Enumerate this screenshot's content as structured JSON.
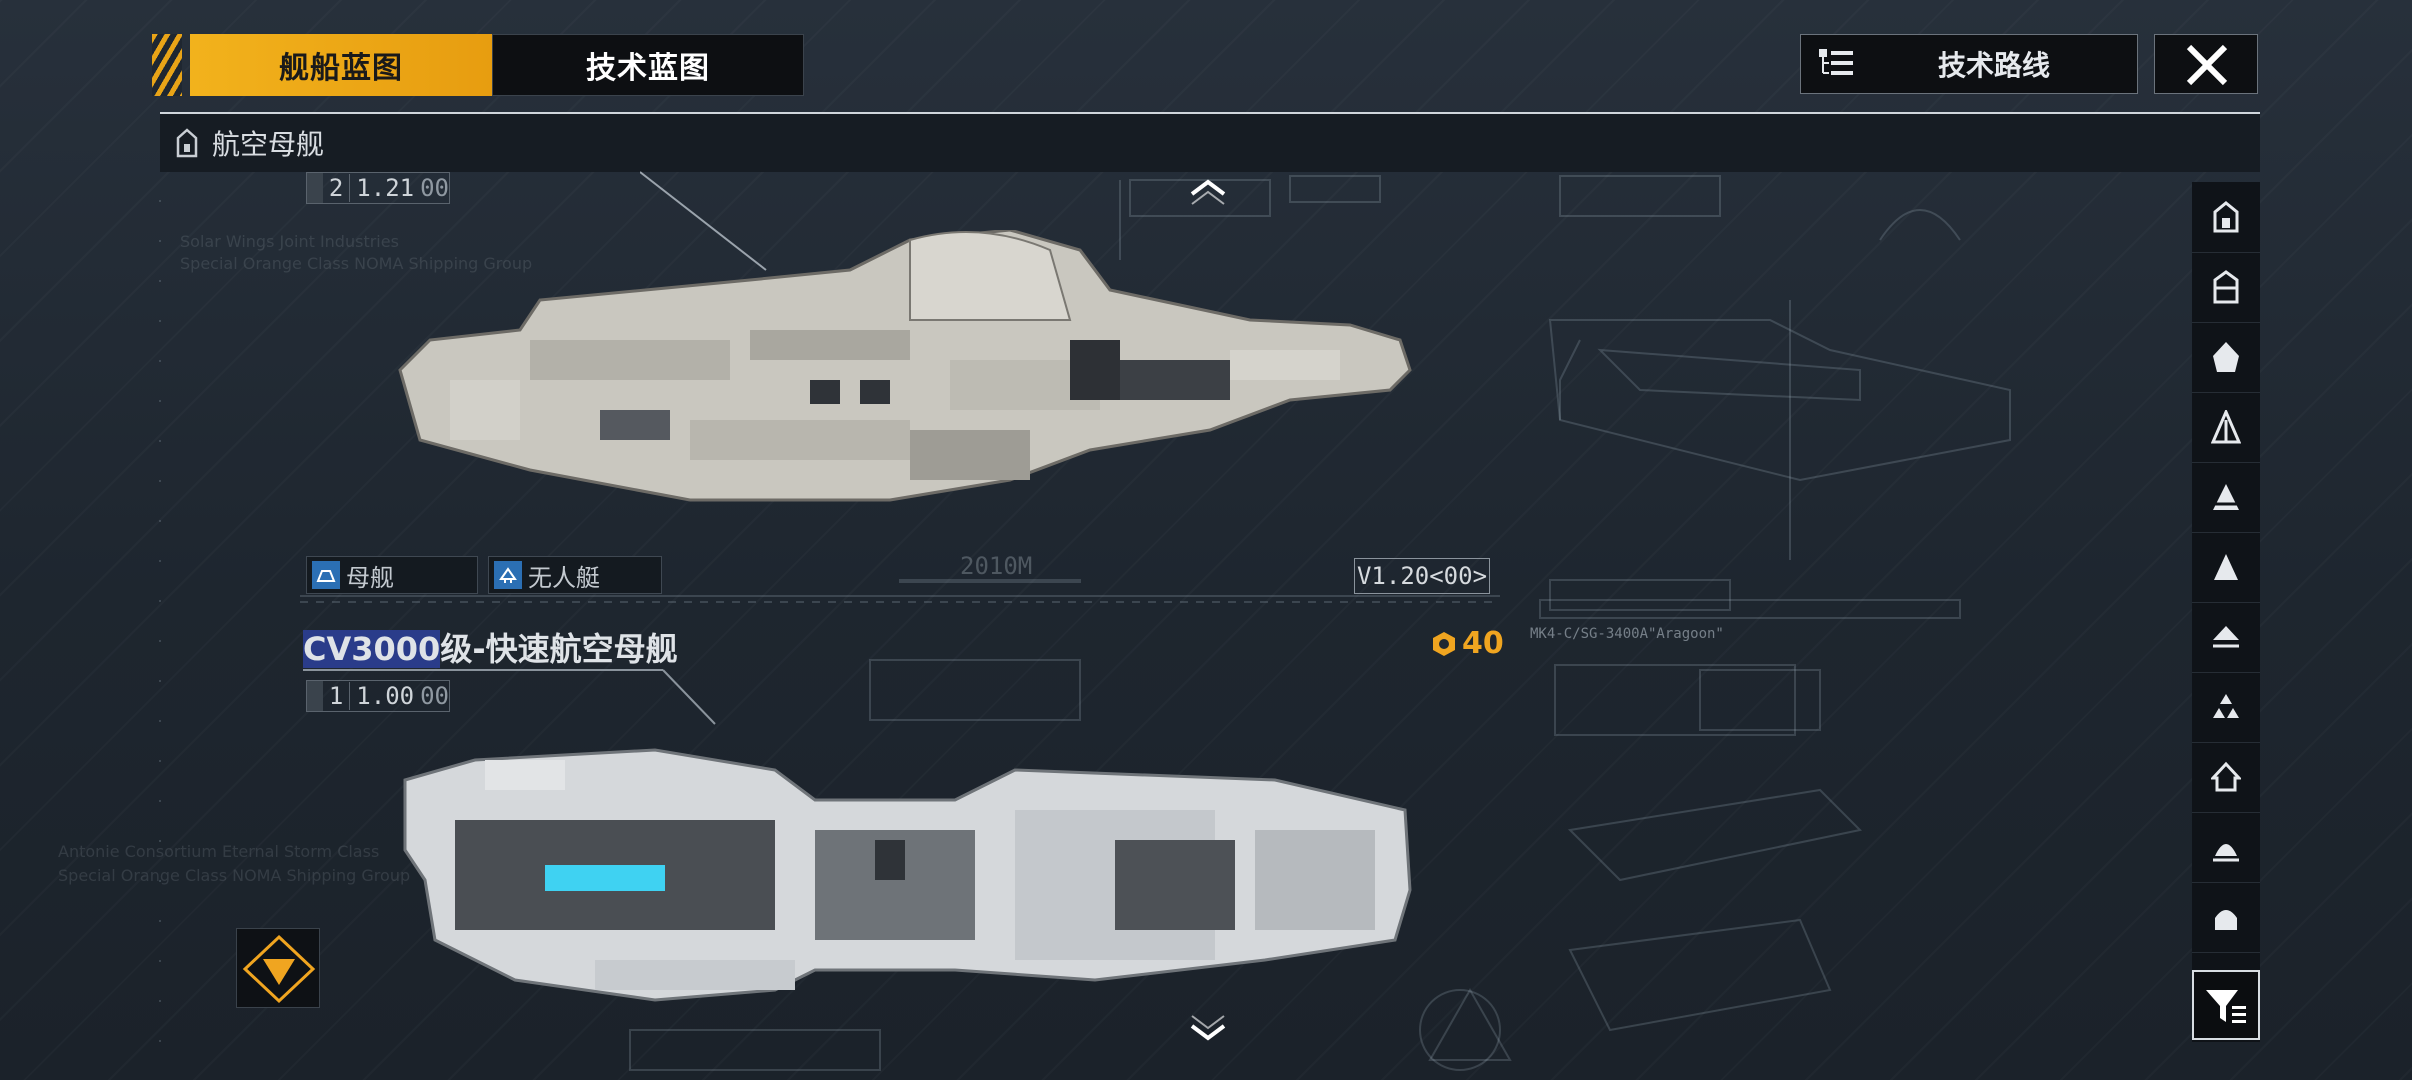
{
  "tabs": {
    "ship_blueprint": "舰船蓝图",
    "tech_blueprint": "技术蓝图"
  },
  "header": {
    "tech_route_label": "技术路线",
    "category_label": "航空母舰"
  },
  "ship1": {
    "stat_level": "2",
    "stat_value": "1.21",
    "stat_suffix": "00",
    "role_tags": [
      "母舰",
      "无人艇"
    ],
    "scale_label": "2010M",
    "version": "V1.20<00>"
  },
  "ship2": {
    "title_code": "CV3000",
    "title_rest": "级-快速航空母舰",
    "cost": "40",
    "stat_level": "1",
    "stat_value": "1.00",
    "stat_suffix": "00",
    "blueprint_caption": "MK4-C/SG-3400A\"Aragoon\""
  },
  "background_text": {
    "line1": "Solar Wings Joint Industries",
    "line2": "Special Orange Class NOMA Shipping Group",
    "line3": "Antonie Consortium Eternal Storm Class",
    "line4": "Special Orange Class NOMA Shipping Group"
  },
  "colors": {
    "accent": "#f0a520",
    "background": "#1f2731",
    "tag_blue": "#2b6fb4",
    "title_highlight": "#2a3c8a"
  },
  "icons": {
    "sidebar": [
      "carrier-class-icon",
      "cruiser-class-icon",
      "battleship-class-icon",
      "destroyer-class-icon",
      "frigate-class-icon",
      "corvette-class-icon",
      "auxiliary-class-icon",
      "squadron-class-icon",
      "fighter-class-icon",
      "station-class-icon",
      "module-class-icon"
    ],
    "filter": "filter-icon",
    "tech_route": "tree-list-icon",
    "close": "close-icon"
  }
}
